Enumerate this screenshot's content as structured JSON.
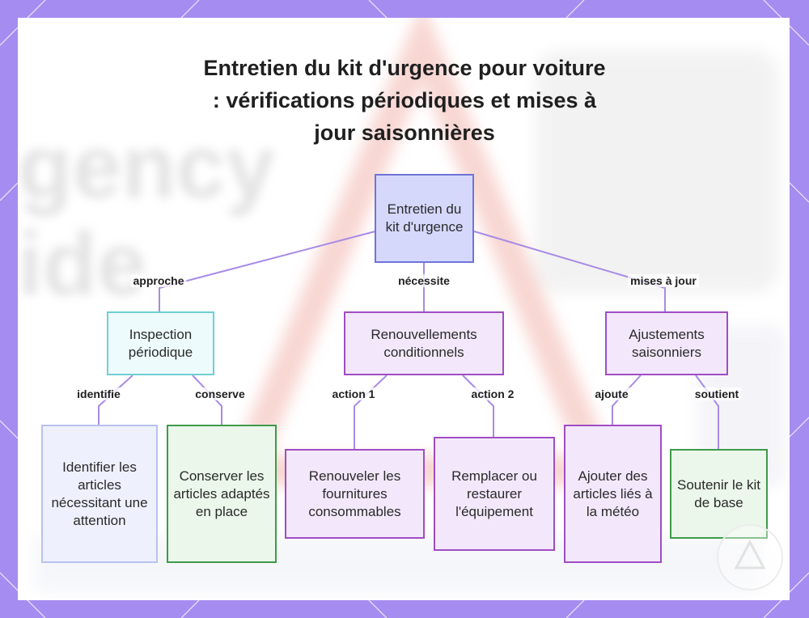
{
  "title": "Entretien du kit d'urgence pour voiture : vérifications périodiques et mises à jour saisonnières",
  "nodes": {
    "root": "Entretien du kit d'urgence",
    "inspection": "Inspection périodique",
    "renouvellements": "Renouvellements conditionnels",
    "ajustements": "Ajustements saisonniers",
    "identifier": "Identifier les articles nécessitant une attention",
    "conserver": "Conserver les articles adaptés en place",
    "renouveler": "Renouveler les fournitures consommables",
    "remplacer": "Remplacer ou restaurer l'équipement",
    "ajouter": "Ajouter des articles liés à la météo",
    "soutenir": "Soutenir le kit de base"
  },
  "edges": {
    "approche": "approche",
    "necessite": "nécessite",
    "mises_a_jour": "mises à jour",
    "identifie": "identifie",
    "conserve": "conserve",
    "action1": "action 1",
    "action2": "action 2",
    "ajoute": "ajoute",
    "soutient": "soutient"
  },
  "colors": {
    "frame": "#a58cf0",
    "connector": "#a88ae6",
    "root_fill": "#d5d8fb",
    "purple_fill": "#f3e8fb",
    "green_border": "#3f9a4a",
    "cyan_border": "#6fcfd4"
  }
}
